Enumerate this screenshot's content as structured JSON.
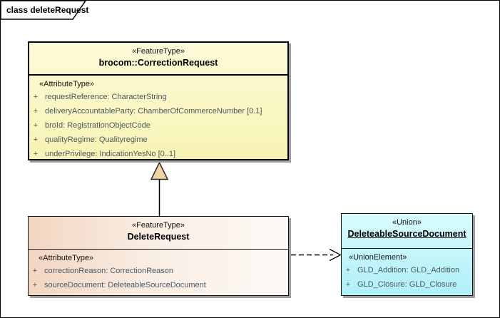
{
  "frame": {
    "title": "class deleteRequest"
  },
  "colors": {
    "correction_request_fill_top": "#FDFBD8",
    "correction_request_fill_bottom": "#F7F3B4",
    "delete_request_fill_left": "#F2D6C1",
    "delete_request_fill_right": "#FDFAF6",
    "deleteable_source_document_fill_top": "#D9FBFD",
    "deleteable_source_document_fill_bottom": "#AFF0F7",
    "generalization_arrowhead_fill": "#EFD3A2",
    "box_border": "#000000",
    "box_shadow": "#9E9E9E",
    "attribute_text": "#4C5863"
  },
  "correction_request": {
    "stereotype": "«FeatureType»",
    "name": "brocom::CorrectionRequest",
    "attr_stereotype": "«AttributeType»",
    "attributes": [
      {
        "visibility": "+",
        "signature": "requestReference: CharacterString"
      },
      {
        "visibility": "+",
        "signature": "deliveryAccountableParty: ChamberOfCommerceNumber [0.1]"
      },
      {
        "visibility": "+",
        "signature": "broId: RegistrationObjectCode"
      },
      {
        "visibility": "+",
        "signature": "qualityRegime: Qualityregime"
      },
      {
        "visibility": "+",
        "signature": "underPrivilege: IndicationYesNo [0..1]"
      }
    ]
  },
  "delete_request": {
    "stereotype": "«FeatureType»",
    "name": "DeleteRequest",
    "attr_stereotype": "«AttributeType»",
    "attributes": [
      {
        "visibility": "+",
        "signature": "correctionReason: CorrectionReason"
      },
      {
        "visibility": "+",
        "signature": "sourceDocument: DeleteableSourceDocument"
      }
    ]
  },
  "deleteable_source_document": {
    "stereotype": "«Union»",
    "name": "DeleteableSourceDocument",
    "attr_stereotype": "«UnionElement»",
    "attributes": [
      {
        "visibility": "+",
        "signature": "GLD_Addition: GLD_Addition"
      },
      {
        "visibility": "+",
        "signature": "GLD_Closure: GLD_Closure"
      }
    ]
  },
  "relationships": {
    "generalization": {
      "type": "generalization",
      "from": "DeleteRequest",
      "to": "brocom::CorrectionRequest"
    },
    "dependency": {
      "type": "dashed-dependency",
      "from": "DeleteRequest",
      "to": "DeleteableSourceDocument"
    }
  }
}
